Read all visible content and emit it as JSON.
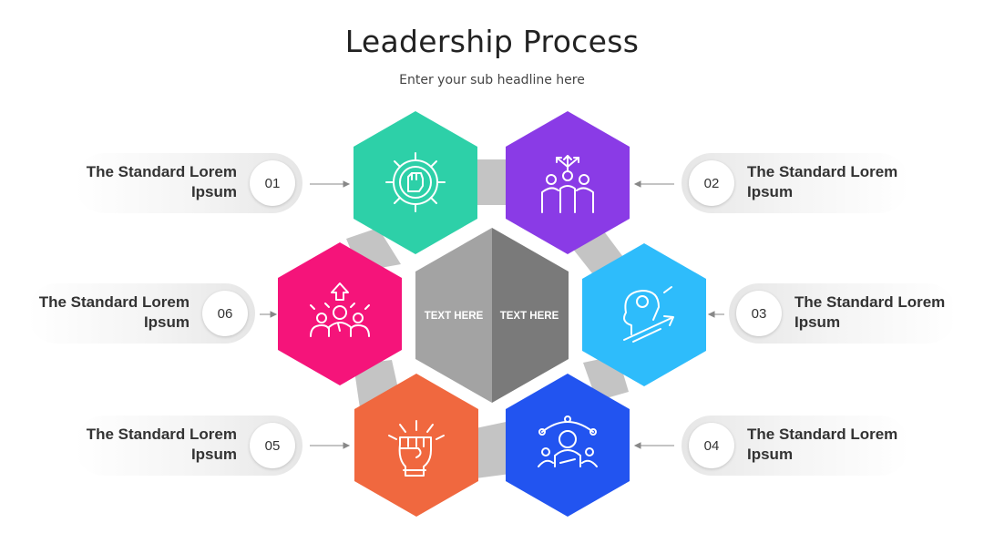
{
  "header": {
    "title": "Leadership Process",
    "subtitle": "Enter your sub headline here"
  },
  "center": {
    "left_text": "TEXT HERE",
    "right_text": "TEXT HERE",
    "left_color": "#a3a3a3",
    "right_color": "#7a7a7a"
  },
  "steps": [
    {
      "number": "01",
      "label": "The Standard Lorem Ipsum",
      "color": "#2dd0a8",
      "icon": "fist-gear-icon"
    },
    {
      "number": "02",
      "label": "The Standard Lorem Ipsum",
      "color": "#8a3be6",
      "icon": "team-direction-icon"
    },
    {
      "number": "03",
      "label": "The Standard Lorem Ipsum",
      "color": "#2ebcfb",
      "icon": "head-growth-icon"
    },
    {
      "number": "04",
      "label": "The Standard Lorem Ipsum",
      "color": "#2254f0",
      "icon": "leader-network-icon"
    },
    {
      "number": "05",
      "label": "The Standard Lorem Ipsum",
      "color": "#f0683f",
      "icon": "raised-fist-icon"
    },
    {
      "number": "06",
      "label": "The Standard Lorem Ipsum",
      "color": "#f5147a",
      "icon": "team-up-icon"
    }
  ]
}
